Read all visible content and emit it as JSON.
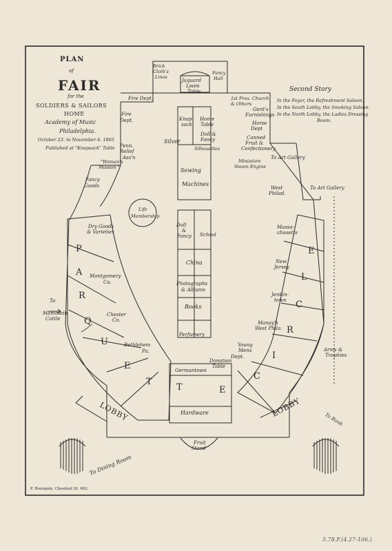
{
  "title": {
    "plan": "PLAN",
    "of": "of",
    "fair": "FAIR",
    "for_the": "for the",
    "soldiers": "SOLDIERS & SAILORS",
    "home": "HOME",
    "academy": "Academy of Music",
    "city": "Philadelphia.",
    "dates": "October 23. to November 4. 1865",
    "published": "Published at \"Knapsack\" Table"
  },
  "second_story": {
    "heading": "Second Story",
    "lines": [
      "In the Foyer, the Refreshment Saloon.",
      "In the South Lobby, the Smoking Saloon.",
      "In the North Lobby, the Ladies Dressing",
      "Room."
    ]
  },
  "labels": {
    "brick": "Brick",
    "cloths": "Cloth's",
    "lines": "Lines",
    "fancy_hall": "Fancy",
    "hall": "Hall",
    "jaquard": "Jaquard",
    "loom": "Loom",
    "table": "Table",
    "fire_dept_top": "Fire Dept.",
    "fire_dept": "Fire",
    "dept": "Dept.",
    "penn_relief": "Penn.",
    "relief": "Relief",
    "assn": "Ass'n",
    "womans": "\"Woman's",
    "mission": "Mission \"",
    "fancy_goods_1": "Fancy",
    "fancy_goods_2": "Goods",
    "knapsack": "Knap-",
    "sack": "sack",
    "home_table_1": "Home",
    "home_table_2": "Table",
    "doll_fancy_1": "Doll &",
    "doll_fancy_2": "Fancy",
    "silver": "Silver",
    "silhouettes": "Silhouettes",
    "sewing": "Sewing",
    "machines": "Machines",
    "first_pres": "1st Pres. Church",
    "others": "& Others",
    "gents_1": "Gent's",
    "gents_2": "Furnishings",
    "horse_1": "Horse",
    "horse_2": "Dept",
    "canned_1": "Canned",
    "canned_2": "Fruit &",
    "canned_3": "Confectionery",
    "miniature_1": "Miniature",
    "miniature_2": "Steam Engine",
    "to_art_gallery_1": "To Art Gallery",
    "to_art_gallery_2": "To Art Gallery",
    "west_1": "West",
    "west_2": "Philad.",
    "life_1": "Life",
    "life_2": "Membership",
    "dry_goods_1": "Dry Goods",
    "dry_goods_2": "& Varieties",
    "doll_2a": "Doll",
    "doll_2b": "&",
    "doll_2c": "Fancy",
    "school": "School",
    "china": "China",
    "photographs_1": "Photographs",
    "photographs_2": "& Albums",
    "books": "Books",
    "perfumery": "Perfumery",
    "massachusetts_1": "Massa-",
    "massachusetts_2": "chusetts",
    "new_jersey_1": "New",
    "new_jersey_2": "Jersey",
    "montgomery_1": "Montgomery",
    "montgomery_2": "Co.",
    "to_mammoth_1": "To",
    "to_mammoth_2": "Mammoth",
    "to_mammoth_3": "Cattle",
    "chester_1": "Chester",
    "chester_2": "Co.",
    "jenkintown_1": "Jenkin-",
    "jenkintown_2": "town",
    "manayunk_1": "Manay'k",
    "manayunk_2": "West Phila.",
    "young_mens_1": "Young",
    "young_mens_2": "Mens",
    "young_mens_3": "Dept.",
    "bethlehem_1": "Bethlehem",
    "bethlehem_2": "Pa.",
    "donation_1": "Donation",
    "donation_2": "Table",
    "germantown": "Germantown",
    "hardware": "Hardware",
    "arms_1": "Arms &",
    "arms_2": "Trophies",
    "fruit_1": "Fruit",
    "fruit_2": "Stand",
    "to_bank": "To Bank",
    "to_dining": "To Dining Room",
    "engraver": "F. Bourquin,  Chestnut St. 602.",
    "catalog": "5.78.F.(4.27-106.)"
  },
  "big_letters": {
    "parquet": [
      "P",
      "A",
      "R",
      "Q",
      "U",
      "E",
      "T",
      "T",
      "E"
    ],
    "circle": [
      "C",
      "I",
      "R",
      "C",
      "L",
      "E"
    ],
    "lobby_left": "LOBBY",
    "lobby_right": "LOBBY"
  },
  "colors": {
    "paper": "#eee6d6",
    "ink": "#2a2a2a"
  }
}
